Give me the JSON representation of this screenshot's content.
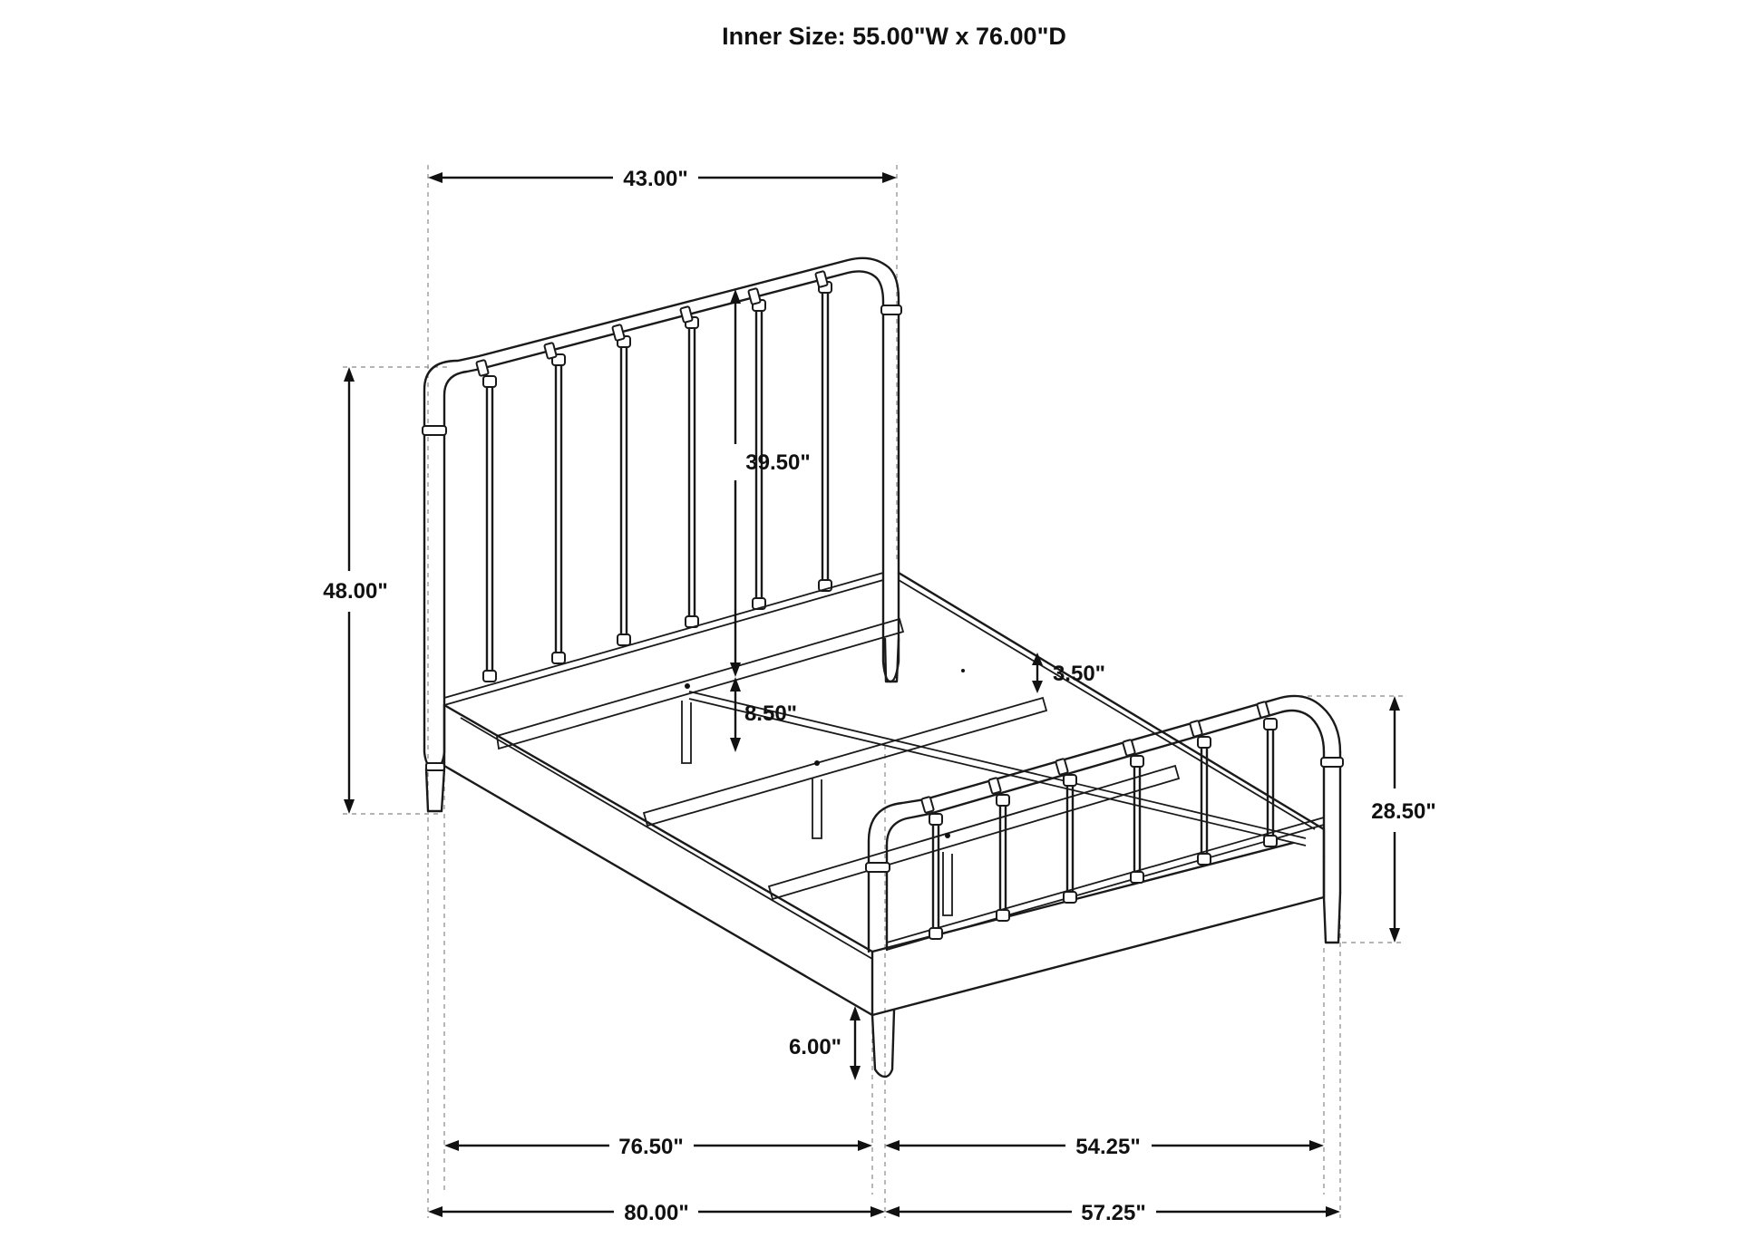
{
  "title": "Inner Size: 55.00\"W x 76.00\"D",
  "dimensions": {
    "headboard_width": "43.00\"",
    "headboard_height": "48.00\"",
    "headboard_panel_height": "39.50\"",
    "rail_height": "3.50\"",
    "rail_clearance": "8.50\"",
    "footboard_height": "28.50\"",
    "leg_height": "6.00\"",
    "inner_length": "76.50\"",
    "overall_length": "80.00\"",
    "inner_width": "54.25\"",
    "overall_width": "57.25\""
  }
}
